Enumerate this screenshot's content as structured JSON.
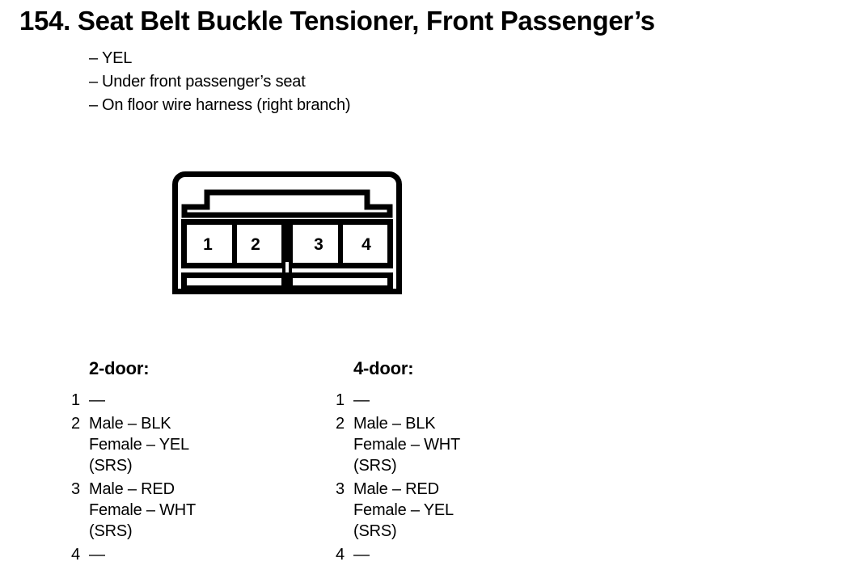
{
  "header": {
    "number": "154.",
    "title": "154. Seat Belt Buckle Tensioner, Front Passenger’s",
    "spec_lines": [
      "YEL",
      "Under front passenger’s seat",
      "On floor wire harness (right branch)"
    ],
    "dash": "–"
  },
  "connector": {
    "pin_labels": [
      "1",
      "2",
      "3",
      "4"
    ],
    "cavity_count": 4,
    "stroke_color": "#000000",
    "fill_color": "#ffffff"
  },
  "tables": [
    {
      "heading": "2-door:",
      "rows": [
        {
          "index": "1",
          "lines": [
            "—"
          ]
        },
        {
          "index": "2",
          "lines": [
            "Male – BLK",
            "Female – YEL",
            "(SRS)"
          ]
        },
        {
          "index": "3",
          "lines": [
            "Male – RED",
            "Female – WHT",
            "(SRS)"
          ]
        },
        {
          "index": "4",
          "lines": [
            "—"
          ]
        }
      ]
    },
    {
      "heading": "4-door:",
      "rows": [
        {
          "index": "1",
          "lines": [
            "—"
          ]
        },
        {
          "index": "2",
          "lines": [
            "Male – BLK",
            "Female – WHT",
            "(SRS)"
          ]
        },
        {
          "index": "3",
          "lines": [
            "Male – RED",
            "Female – YEL",
            "(SRS)"
          ]
        },
        {
          "index": "4",
          "lines": [
            "—"
          ]
        }
      ]
    }
  ]
}
